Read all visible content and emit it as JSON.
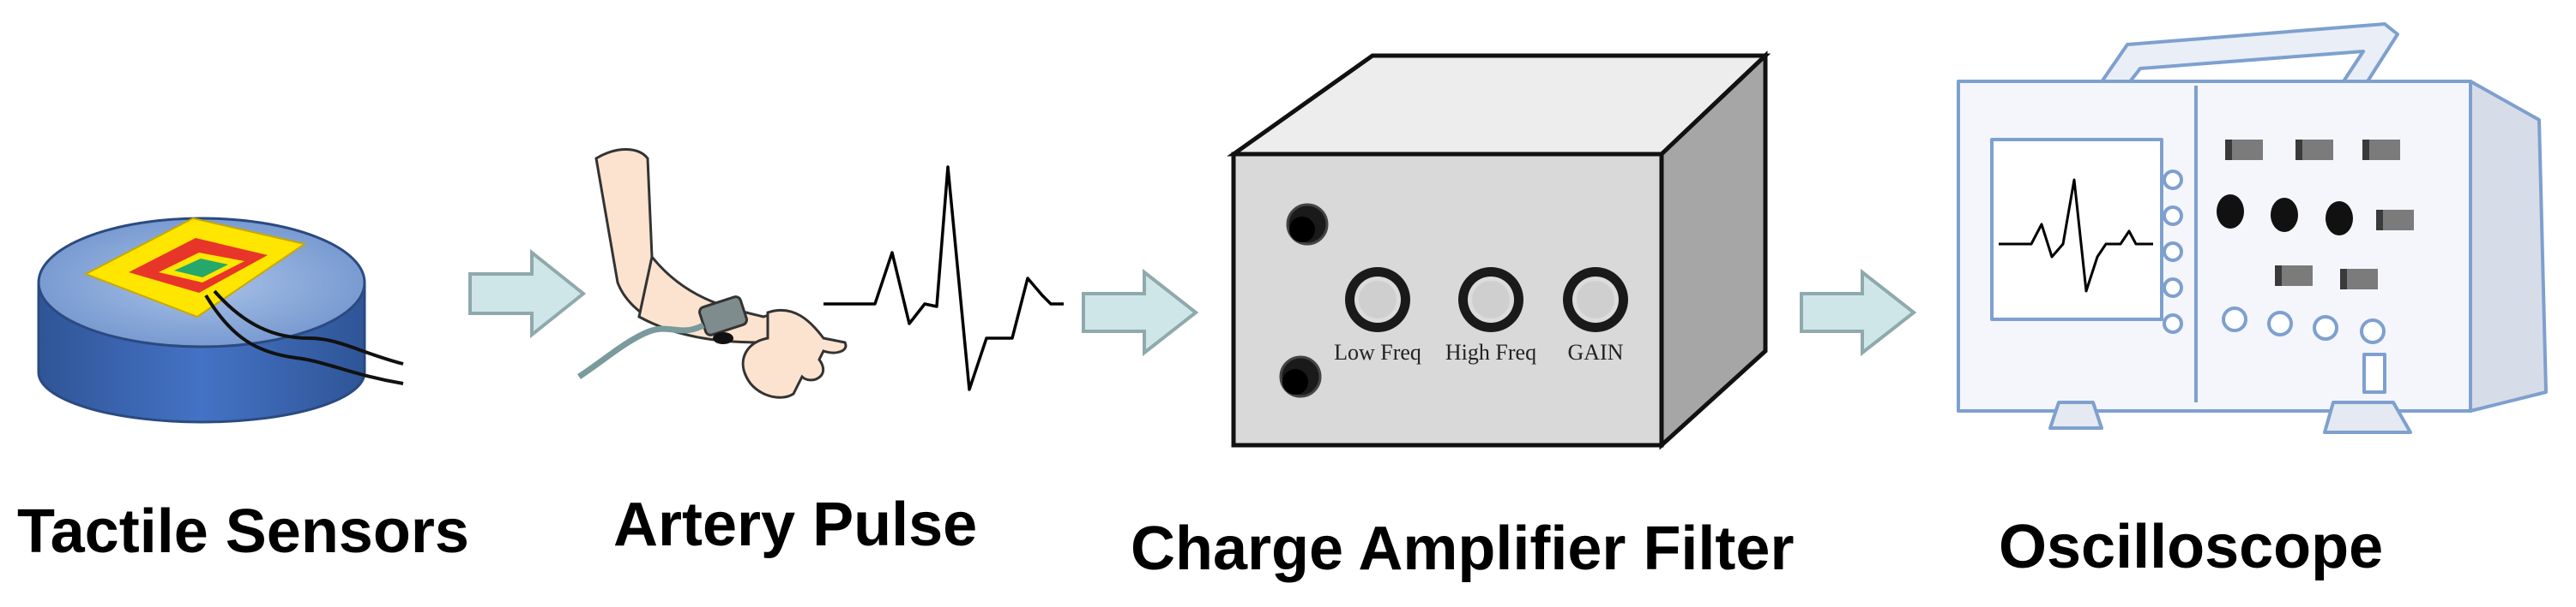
{
  "stages": [
    {
      "id": "tactile",
      "caption": "Tactile Sensors"
    },
    {
      "id": "artery",
      "caption": "Artery Pulse"
    },
    {
      "id": "amplifier",
      "caption": "Charge Amplifier Filter"
    },
    {
      "id": "oscilloscope",
      "caption": "Oscilloscope"
    }
  ],
  "amplifier_knobs": [
    "Low Freq",
    "High Freq",
    "GAIN"
  ],
  "colors": {
    "arrow_fill": "#cfe6e8",
    "arrow_stroke": "#8fa9ad",
    "cylinder_top": "#7f9fd0",
    "cylinder_side": "#3f69b3",
    "sensor_yellow": "#ffe600",
    "sensor_red": "#e8352a",
    "sensor_green": "#26a86a",
    "box_front": "#d9d9d9",
    "box_side": "#a6a6a6",
    "scope_line": "#7ea0cf",
    "scope_body": "#f4f6fb"
  }
}
